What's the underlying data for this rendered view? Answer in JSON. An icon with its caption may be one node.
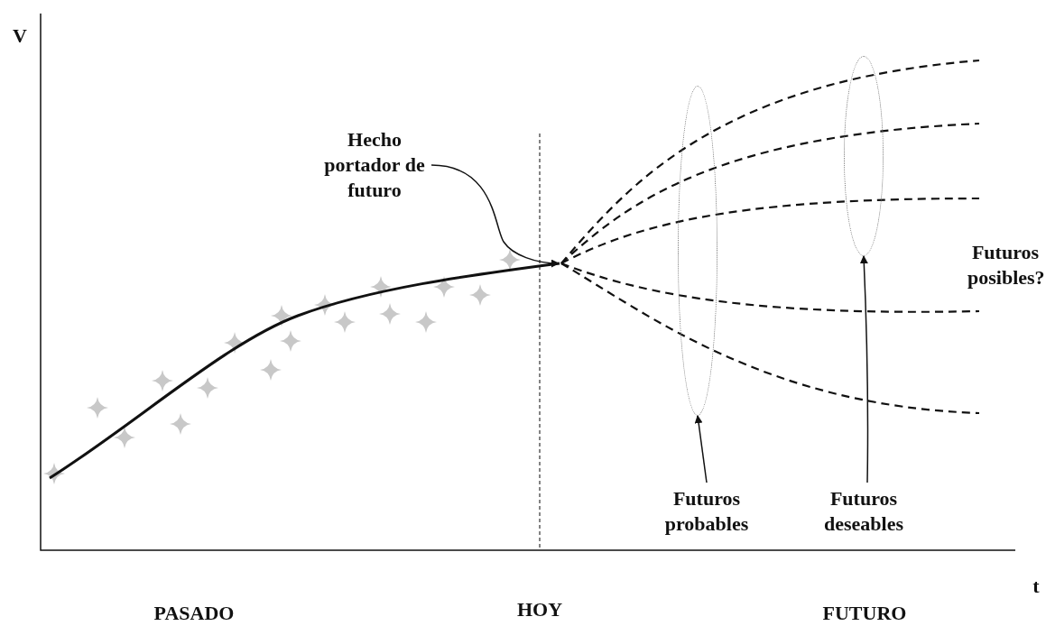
{
  "diagram": {
    "nodes": [
      {
        "text": [
          "Hecho portador de futuro"
        ]
      },
      {
        "text": [],
        "shape": "ellipse"
      },
      {
        "text": [
          "Futuros probables"
        ]
      },
      {
        "text": [],
        "shape": "ellipse"
      },
      {
        "text": [
          "Futuros deseables"
        ]
      }
    ],
    "edges": [
      {
        "from": 0,
        "to": null,
        "arrow": "to"
      },
      {
        "from": 2,
        "to": 1,
        "arrow": "to"
      },
      {
        "from": 4,
        "to": 3,
        "arrow": "to"
      }
    ],
    "labels": [
      "V",
      "Futuros posibles?",
      "t",
      "PASADO",
      "HOY",
      "FUTURO"
    ]
  }
}
